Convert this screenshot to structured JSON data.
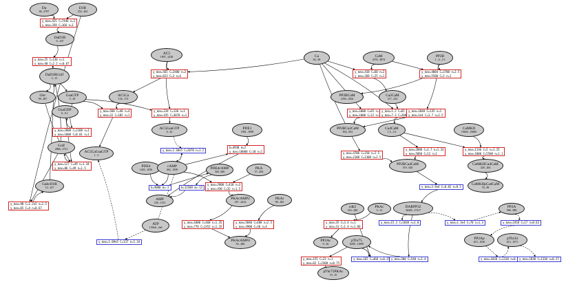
{
  "colors": {
    "node_fill": "#c8c8c8",
    "node_border": "#1e1e1e",
    "reaction_box_red": "#d42222",
    "reaction_box_blue": "#3a3ad4",
    "edge": "#000000"
  },
  "nodes": [
    {
      "id": "Da",
      "name": "Da",
      "range": "84...4797"
    },
    {
      "id": "D1R",
      "name": "D1R",
      "range": "254...402"
    },
    {
      "id": "DaD1R",
      "name": "DaD1R",
      "range": "0...167"
    },
    {
      "id": "DaD1RGolf",
      "name": "DaD1RGolf",
      "range": "3...15"
    },
    {
      "id": "Gbc",
      "name": "Gbc",
      "range": "98...487"
    },
    {
      "id": "GsaGTP",
      "name": "GsaGTP",
      "range": "5...30"
    },
    {
      "id": "GsaGDP",
      "name": "GsaGDP",
      "range": "0...0.1"
    },
    {
      "id": "Golf",
      "name": "Golf",
      "range": "2866...2721"
    },
    {
      "id": "GabcD1R",
      "name": "GabcD1R",
      "range": "12...237"
    },
    {
      "id": "AC5",
      "name": "AC5",
      "range": "1907...2238"
    },
    {
      "id": "AC5Ca",
      "name": "AC5Ca",
      "range": "134...172"
    },
    {
      "id": "AC5CaGsaGTP",
      "name": "AC5CaGsaGTP",
      "range": "1...3"
    },
    {
      "id": "AC5GsaGTP",
      "name": "AC5GsaGTP",
      "range": "0...43"
    },
    {
      "id": "PDE4",
      "name": "PDE4",
      "range": "1420...1836"
    },
    {
      "id": "cAMP",
      "name": "cAMP",
      "range": "264...1839"
    },
    {
      "id": "PDE4cAMP",
      "name": "PDE4cAMP",
      "range": "328...606"
    },
    {
      "id": "PKA",
      "name": "PKA",
      "range": "57...494"
    },
    {
      "id": "AMP",
      "name": "AMP",
      "range": "230...1133"
    },
    {
      "id": "ATP",
      "name": "ATP",
      "range": "1.99e6...2e6"
    },
    {
      "id": "PDE1",
      "name": "PDE1",
      "range": "1981...3998"
    },
    {
      "id": "PKAcAMP2",
      "name": "PKAcAMP2",
      "range": "457...4414"
    },
    {
      "id": "PKAr",
      "name": "PKAr",
      "range": "98...282"
    },
    {
      "id": "PKAcAMP4",
      "name": "PKAcAMP4",
      "range": "92...486"
    },
    {
      "id": "Ca",
      "name": "Ca",
      "range": "64...69"
    },
    {
      "id": "CaM",
      "name": "CaM",
      "range": "4793...4874"
    },
    {
      "id": "PP2B",
      "name": "PP2B",
      "range": "1...4...1.5"
    },
    {
      "id": "PP2BCaM",
      "name": "PP2BCaM",
      "range": "2336...2504"
    },
    {
      "id": "Ca2CaM",
      "name": "Ca2CaM",
      "range": "217...232"
    },
    {
      "id": "PP2BCa2CaM",
      "name": "PP2BCa2CaM",
      "range": "834...852"
    },
    {
      "id": "Ca4CaM",
      "name": "Ca4CaM",
      "range": "1.5...1.6"
    },
    {
      "id": "CaMKII",
      "name": "CaMKII",
      "range": "19649...19686"
    },
    {
      "id": "PP2BCa4CaM",
      "name": "PP2BCa4CaM",
      "range": "519...620"
    },
    {
      "id": "CaMKIICa4CaM",
      "name": "CaMKIICa4CaM",
      "range": "228...264"
    },
    {
      "id": "CaMKIIpCa4CaM",
      "name": "CaMKIIpCa4CaM",
      "range": "76...89"
    },
    {
      "id": "DARPP32",
      "name": "DARPP32",
      "range": "36400...37417"
    },
    {
      "id": "cdk5",
      "name": "cdk5",
      "range": "253...280"
    },
    {
      "id": "PKAc",
      "name": "PKAc",
      "range": "5...31"
    },
    {
      "id": "PP2Ac",
      "name": "PP2Ac",
      "range": "9...26"
    },
    {
      "id": "pThr75",
      "name": "pThr75",
      "range": "8289...11089"
    },
    {
      "id": "PP2A",
      "name": "PP2A",
      "range": "588...988"
    },
    {
      "id": "PP2Ap",
      "name": "PP2Ap",
      "range": "615...1026"
    },
    {
      "id": "pThr34",
      "name": "pThr34",
      "range": "615...1971"
    },
    {
      "id": "pThr75PKAc",
      "name": "pThr75PKAc",
      "range": "19...35"
    }
  ],
  "reactions": [
    {
      "id": "r1",
      "color": "red",
      "lines": [
        "y_max=425 C=7446 n=1",
        "y_max=358 C=166 n=1"
      ]
    },
    {
      "id": "r2",
      "color": "red",
      "lines": [
        "y_max=25 C=130 n=1",
        "y_max=40 C=2.2 n=0.67"
      ]
    },
    {
      "id": "r3",
      "color": "red",
      "lines": [
        "y_max=565 C=2400 n=2",
        "y_max=623 C=3 n=4"
      ]
    },
    {
      "id": "r4",
      "color": "red",
      "lines": [
        "y_max=560 C=46 n=4",
        "y_max=22 C=185 n=1"
      ]
    },
    {
      "id": "r5",
      "color": "red",
      "lines": [
        "y_max=234 C=136 n=1",
        "y_max=435 C=3070 n=1"
      ]
    },
    {
      "id": "r6",
      "color": "red",
      "lines": [
        "y_max=2888 C=2188 n=1",
        "y_max=1888 C=0.01 n=1"
      ]
    },
    {
      "id": "r7",
      "color": "red",
      "lines": [
        "y_max=127 C=49 n=1.34",
        "y_max=86 C=49 n=1.5"
      ]
    },
    {
      "id": "r8",
      "color": "red",
      "lines": [
        "y_max=90 C=1.2e5 n=1.5",
        "y_max=65 C=4 n=0.67"
      ]
    },
    {
      "id": "r9",
      "color": "blue",
      "lines": [
        "y_max=2.38e5 C=2078 n=1.2"
      ]
    },
    {
      "id": "r10",
      "color": "blue",
      "lines": [
        "b=4000 m=-2"
      ]
    },
    {
      "id": "r11",
      "color": "blue",
      "lines": [
        "b=12508 m=-12"
      ]
    },
    {
      "id": "r12",
      "color": "red",
      "lines": [
        "y_max=2900 C=410 n=3",
        "y_max=430 C=32 n=1.5"
      ]
    },
    {
      "id": "r13",
      "color": "red",
      "lines": [
        "b=4938 m=2",
        "y_max=18000 C=10 n=1"
      ]
    },
    {
      "id": "r14",
      "color": "red",
      "lines": [
        "y_max=1000 C=460 n=1.35",
        "y_max=770 C=1352 n=1.35"
      ]
    },
    {
      "id": "r15",
      "color": "red",
      "lines": [
        "y_max=5040 C=488 n=2.5",
        "y_max=3900 C=30 n=4"
      ]
    },
    {
      "id": "r16",
      "color": "blue",
      "lines": [
        "y_max=1.09e5 C=137 n=1.34"
      ]
    },
    {
      "id": "r17",
      "color": "red",
      "lines": [
        "y_max=418 C=60 n=2",
        "y_max=268 C=25 n=1"
      ]
    },
    {
      "id": "r18",
      "color": "red",
      "lines": [
        "y_max=4804 C=3700 n=2.5",
        "y_max=5500 C=2 n=1"
      ]
    },
    {
      "id": "r19",
      "color": "red",
      "lines": [
        "y_max=1000 C=65 n=1",
        "y_max=1000 C=12 n=1"
      ]
    },
    {
      "id": "r20",
      "color": "red",
      "lines": [
        "y_max=1.2 C=65 n=6",
        "y_max=7.3 C=2880 n=4.5"
      ]
    },
    {
      "id": "r21",
      "color": "red",
      "lines": [
        "y_max=1048 C=135 n=1",
        "y_max=1e4 C=3.7 n=2.5"
      ]
    },
    {
      "id": "r22",
      "color": "red",
      "lines": [
        "y_max=4706 C=150 n=2.5",
        "y_max=2108 C=1308 n=2.5"
      ]
    },
    {
      "id": "r23",
      "color": "red",
      "lines": [
        "y_max=2888 C=3.7 n=1.33",
        "y_max=5860 C=12 n=1"
      ]
    },
    {
      "id": "r24",
      "color": "red",
      "lines": [
        "y_max=1136 C=5 n=1.25",
        "y_max=1000 C=5508 n=1.1"
      ]
    },
    {
      "id": "r25",
      "color": "blue",
      "lines": [
        "y_max=3.9e4 C=8.02 n=8.5"
      ]
    },
    {
      "id": "r26",
      "color": "red",
      "lines": [
        "y_max=35 C=3.4 n=1",
        "y_max=31 C=1.4 n=1.66"
      ]
    },
    {
      "id": "r27",
      "color": "blue",
      "lines": [
        "y_max=15.3 C=1838 n=1.0"
      ]
    },
    {
      "id": "r28",
      "color": "blue",
      "lines": [
        "y_max=1.3e4 C=70 n=1.3"
      ]
    },
    {
      "id": "r29",
      "color": "blue",
      "lines": [
        "y_max=2458 C=17 n=0.63"
      ]
    },
    {
      "id": "r30",
      "color": "red",
      "lines": [
        "y_max=155 C=23 n=1",
        "y_max=62 C=2308 n=0.75"
      ]
    },
    {
      "id": "r31",
      "color": "blue",
      "lines": [
        "y_max=165 C=468 n=0.35"
      ]
    },
    {
      "id": "r32",
      "color": "blue",
      "lines": [
        "y_max=500 C=540 n=1.4"
      ]
    },
    {
      "id": "r33",
      "color": "blue",
      "lines": [
        "y_max=1038 C=1318 n=0.27"
      ]
    },
    {
      "id": "r34",
      "color": "blue",
      "lines": [
        "y_max=1830 C=1310 n=0.27"
      ]
    }
  ],
  "edges": [
    [
      "Da",
      "r1"
    ],
    [
      "D1R",
      "r1"
    ],
    [
      "r1",
      "DaD1R"
    ],
    [
      "DaD1R",
      "r2"
    ],
    [
      "r2",
      "DaD1RGolf"
    ],
    [
      "Golf",
      "DaD1RGolf"
    ],
    [
      "DaD1RGolf",
      "Gbc"
    ],
    [
      "DaD1RGolf",
      "GsaGTP"
    ],
    [
      "GsaGTP",
      "r6"
    ],
    [
      "r6",
      "GsaGDP"
    ],
    [
      "GsaGDP",
      "r7"
    ],
    [
      "Gbc",
      "r7"
    ],
    [
      "r7",
      "Golf"
    ],
    [
      "Golf",
      "r8"
    ],
    [
      "D1R",
      "r8"
    ],
    [
      "r8",
      "GabcD1R"
    ],
    [
      "GabcD1R",
      "DaD1RGolf"
    ],
    [
      "AC5",
      "r3"
    ],
    [
      "Ca",
      "r3"
    ],
    [
      "r3",
      "AC5Ca"
    ],
    [
      "AC5Ca",
      "r4"
    ],
    [
      "GsaGTP",
      "r4"
    ],
    [
      "r4",
      "AC5CaGsaGTP"
    ],
    [
      "AC5",
      "r5"
    ],
    [
      "GsaGTP",
      "r5"
    ],
    [
      "r5",
      "AC5GsaGTP"
    ],
    [
      "AC5GsaGTP",
      "r9"
    ],
    [
      "r9",
      "cAMP"
    ],
    [
      "ATP",
      "r9"
    ],
    [
      "PDE4",
      "r10"
    ],
    [
      "cAMP",
      "r10"
    ],
    [
      "r10",
      "PDE4cAMP"
    ],
    [
      "PDE4cAMP",
      "r11"
    ],
    [
      "r11",
      "AMP"
    ],
    [
      "ATP",
      "r16"
    ],
    [
      "r16",
      "AC5CaGsaGTP"
    ],
    [
      "cAMP",
      "r12"
    ],
    [
      "PKA",
      "r12"
    ],
    [
      "r12",
      "PKAcAMP2"
    ],
    [
      "PDE1",
      "r13"
    ],
    [
      "cAMP",
      "r13"
    ],
    [
      "r13",
      "AMP"
    ],
    [
      "PKAcAMP2",
      "r14"
    ],
    [
      "r14",
      "PKAcAMP4"
    ],
    [
      "PKAr",
      "r15"
    ],
    [
      "r15",
      "PKAcAMP4"
    ],
    [
      "Ca",
      "r17"
    ],
    [
      "CaM",
      "r17"
    ],
    [
      "r17",
      "Ca2CaM"
    ],
    [
      "CaM",
      "r18"
    ],
    [
      "PP2B",
      "r18"
    ],
    [
      "r18",
      "PP2BCaM"
    ],
    [
      "Ca",
      "r19"
    ],
    [
      "r19",
      "PP2BCa2CaM"
    ],
    [
      "Ca",
      "r20"
    ],
    [
      "Ca2CaM",
      "r20"
    ],
    [
      "r20",
      "Ca4CaM"
    ],
    [
      "PP2B",
      "r21"
    ],
    [
      "r21",
      "PP2BCa2CaM"
    ],
    [
      "Ca",
      "r22"
    ],
    [
      "r22",
      "PP2BCa4CaM"
    ],
    [
      "Ca4CaM",
      "r23"
    ],
    [
      "r23",
      "PP2BCa4CaM"
    ],
    [
      "CaMKII",
      "r24"
    ],
    [
      "Ca4CaM",
      "r24"
    ],
    [
      "r24",
      "CaMKIICa4CaM"
    ],
    [
      "CaMKIICa4CaM",
      "CaMKIIpCa4CaM"
    ],
    [
      "PP2BCa4CaM",
      "r25"
    ],
    [
      "r25",
      "DARPP32"
    ],
    [
      "PKAc",
      "r26"
    ],
    [
      "r26",
      "PP2Ac"
    ],
    [
      "DARPP32",
      "r27"
    ],
    [
      "DARPP32",
      "r28"
    ],
    [
      "r28",
      "PP2A"
    ],
    [
      "r29",
      "PP2Ap"
    ],
    [
      "PP2A",
      "r29"
    ],
    [
      "pThr75",
      "r30"
    ],
    [
      "r30",
      "pThr75PKAc"
    ],
    [
      "pThr75",
      "r31"
    ],
    [
      "cdk5",
      "r31"
    ],
    [
      "DARPP32",
      "r32"
    ],
    [
      "r32",
      "pThr75"
    ],
    [
      "PP2Ap",
      "r33"
    ],
    [
      "r33",
      "pThr34"
    ],
    [
      "pThr34",
      "r34"
    ]
  ]
}
